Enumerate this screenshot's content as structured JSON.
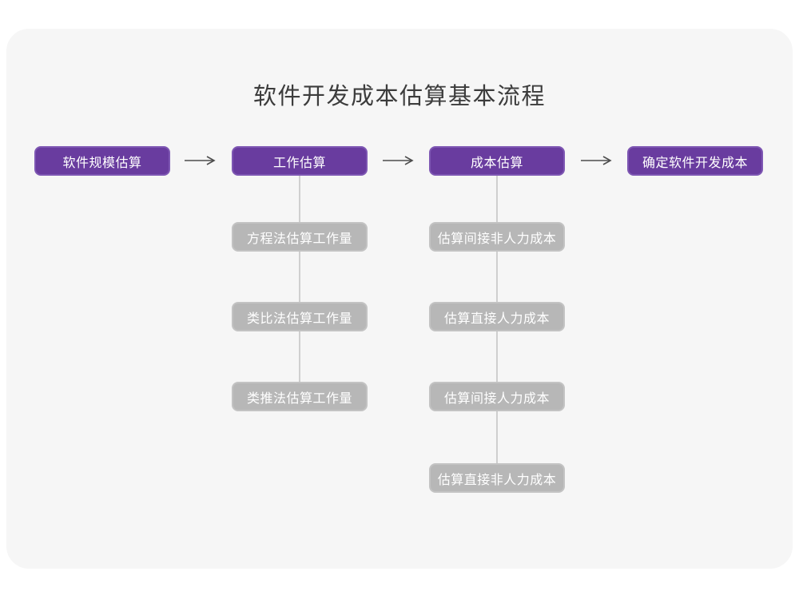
{
  "title": "软件开发成本估算基本流程",
  "colors": {
    "page_bg": "#ffffff",
    "card_bg": "#f6f6f6",
    "stage_fill": "#693c9f",
    "stage_border": "#7e57b3",
    "sub_fill": "#b7b7b7",
    "sub_border": "#c3c3c3",
    "node_text": "#ffffff",
    "title_text": "#3c3c3c",
    "arrow": "#4d4d4d",
    "connector": "#cfcfcf"
  },
  "flow": {
    "stages": [
      {
        "label": "软件规模估算",
        "children": []
      },
      {
        "label": "工作估算",
        "children": [
          "方程法估算工作量",
          "类比法估算工作量",
          "类推法估算工作量"
        ]
      },
      {
        "label": "成本估算",
        "children": [
          "估算间接非人力成本",
          "估算直接人力成本",
          "估算间接人力成本",
          "估算直接非人力成本"
        ]
      },
      {
        "label": "确定软件开发成本",
        "children": []
      }
    ]
  }
}
